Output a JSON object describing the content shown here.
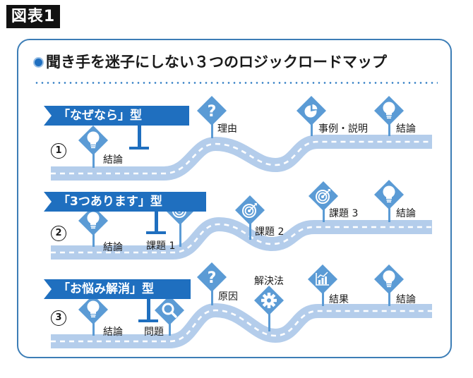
{
  "figure_label": "図表1",
  "title": "聞き手を迷子にしない３つのロジックロードマップ",
  "colors": {
    "banner": "#1f6fbf",
    "sign": "#5b9bd5",
    "road": "#b4cdeb",
    "road_dash": "#ffffff",
    "frame": "#3c7db6"
  },
  "rows": [
    {
      "number": "1",
      "banner": "「なぜなら」型",
      "signs": [
        {
          "icon": "lightbulb-icon",
          "label": "結論"
        },
        {
          "icon": "question-icon",
          "label": "理由"
        },
        {
          "icon": "pie-chart-icon",
          "label": "事例・説明"
        },
        {
          "icon": "lightbulb-icon",
          "label": "結論"
        }
      ]
    },
    {
      "number": "2",
      "banner": "「3つあります」型",
      "signs": [
        {
          "icon": "lightbulb-icon",
          "label": "結論"
        },
        {
          "icon": "none",
          "label": "課題 1"
        },
        {
          "icon": "target-icon",
          "label": ""
        },
        {
          "icon": "target-icon",
          "label": "課題 2"
        },
        {
          "icon": "target-icon",
          "label": "課題 3"
        },
        {
          "icon": "lightbulb-icon",
          "label": "結論"
        }
      ]
    },
    {
      "number": "3",
      "banner": "「お悩み解消」型",
      "signs": [
        {
          "icon": "lightbulb-icon",
          "label": "結論"
        },
        {
          "icon": "magnifier-icon",
          "label": "問題"
        },
        {
          "icon": "question-icon",
          "label": "原因"
        },
        {
          "icon": "gear-icon",
          "label": "解決法"
        },
        {
          "icon": "bar-chart-icon",
          "label": "結果"
        },
        {
          "icon": "lightbulb-icon",
          "label": "結論"
        }
      ]
    }
  ]
}
